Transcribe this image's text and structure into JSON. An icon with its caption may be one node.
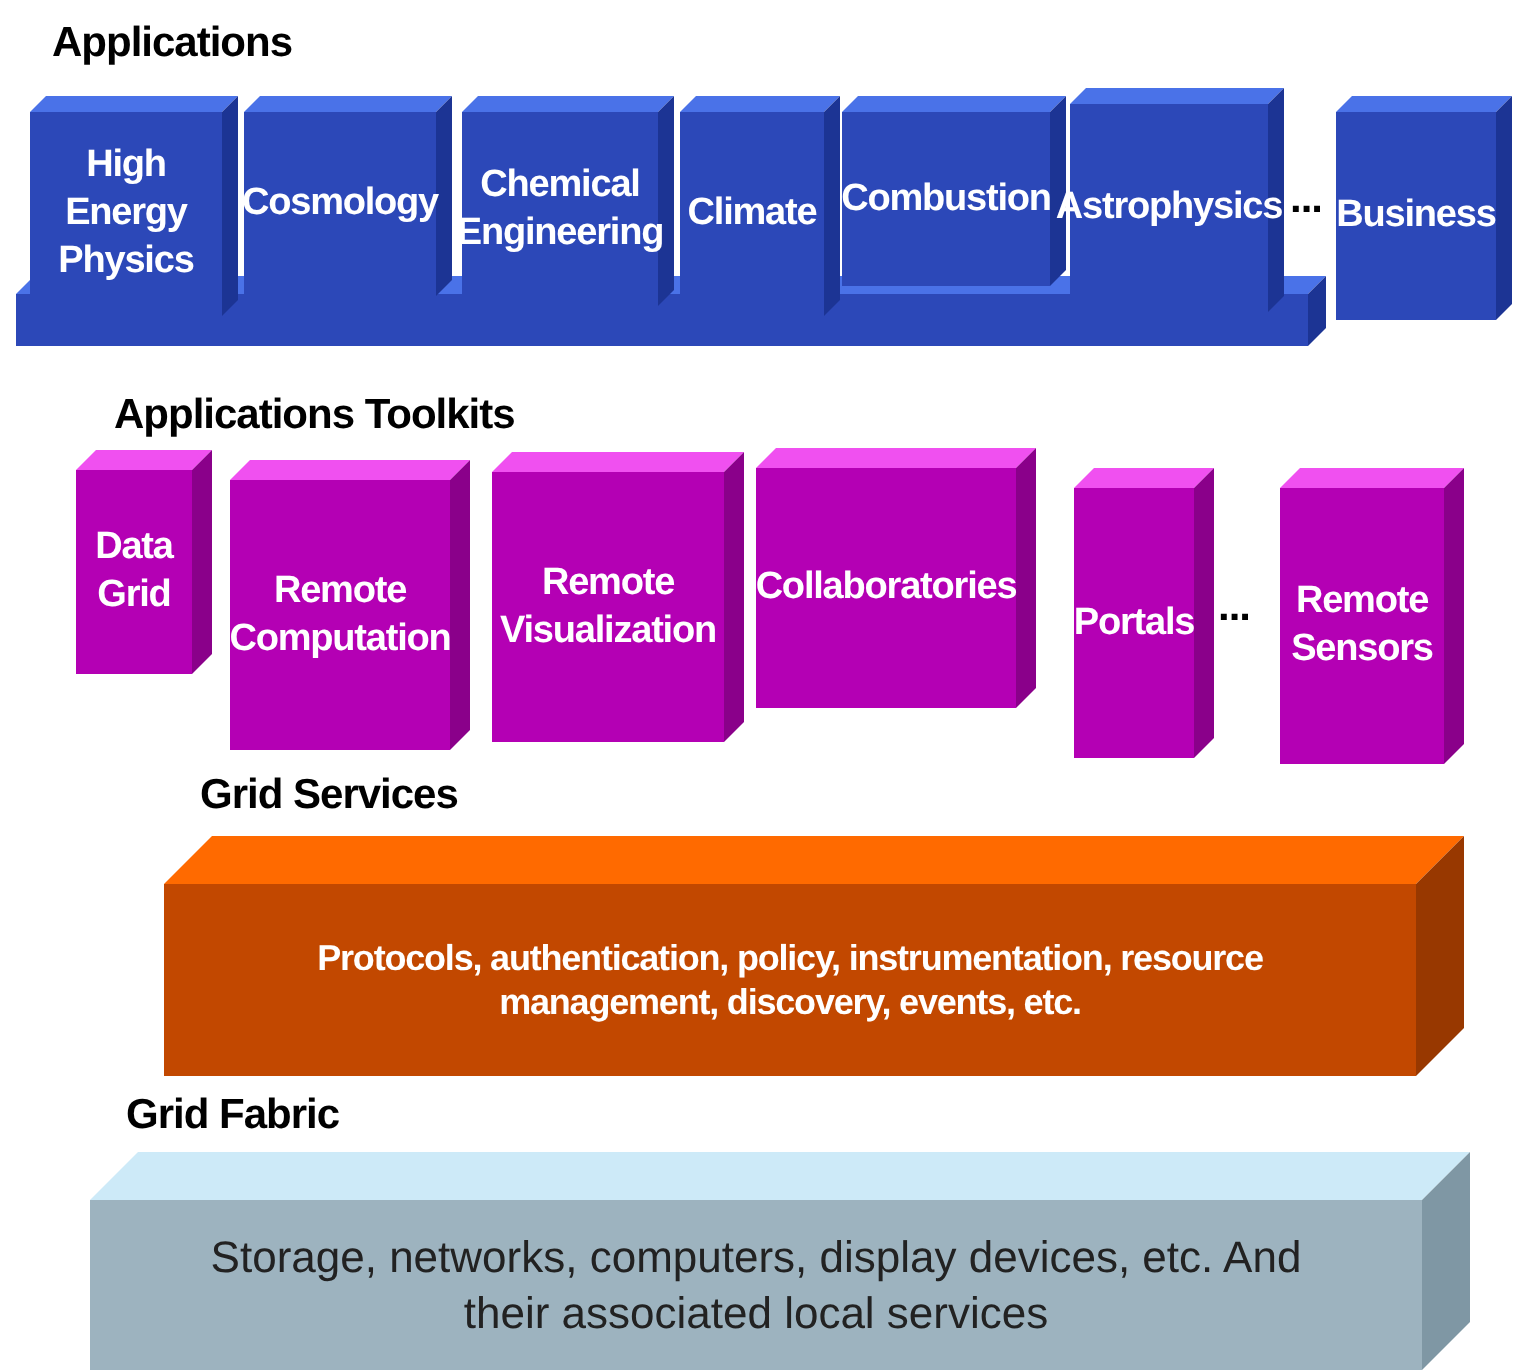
{
  "diagram": {
    "nodes": [
      {
        "text": [
          "High Energy Physics"
        ]
      },
      {
        "text": [
          "Cosmology"
        ]
      },
      {
        "text": [
          "Chemical Engineering"
        ]
      },
      {
        "text": [
          "Climate"
        ]
      },
      {
        "text": [
          "Combustion"
        ]
      },
      {
        "text": [
          "Astrophysics"
        ]
      },
      {
        "text": [
          "Business"
        ]
      },
      {
        "text": [
          "Data Grid"
        ]
      },
      {
        "text": [
          "Remote Computation"
        ]
      },
      {
        "text": [
          "Remote Visualization"
        ]
      },
      {
        "text": [
          "Collaboratories"
        ]
      },
      {
        "text": [
          "Portals"
        ]
      },
      {
        "text": [
          "Remote Sensors"
        ]
      },
      {
        "text": [
          "Grid Services",
          "Protocols, authentication, policy, instrumentation, resource management, discovery, events, etc."
        ]
      },
      {
        "text": [
          "Grid Fabric",
          "Storage, networks, computers, display devices, etc. And their associated local services"
        ]
      }
    ],
    "labels": [
      "Applications",
      "...",
      "Applications Toolkits",
      "..."
    ]
  }
}
